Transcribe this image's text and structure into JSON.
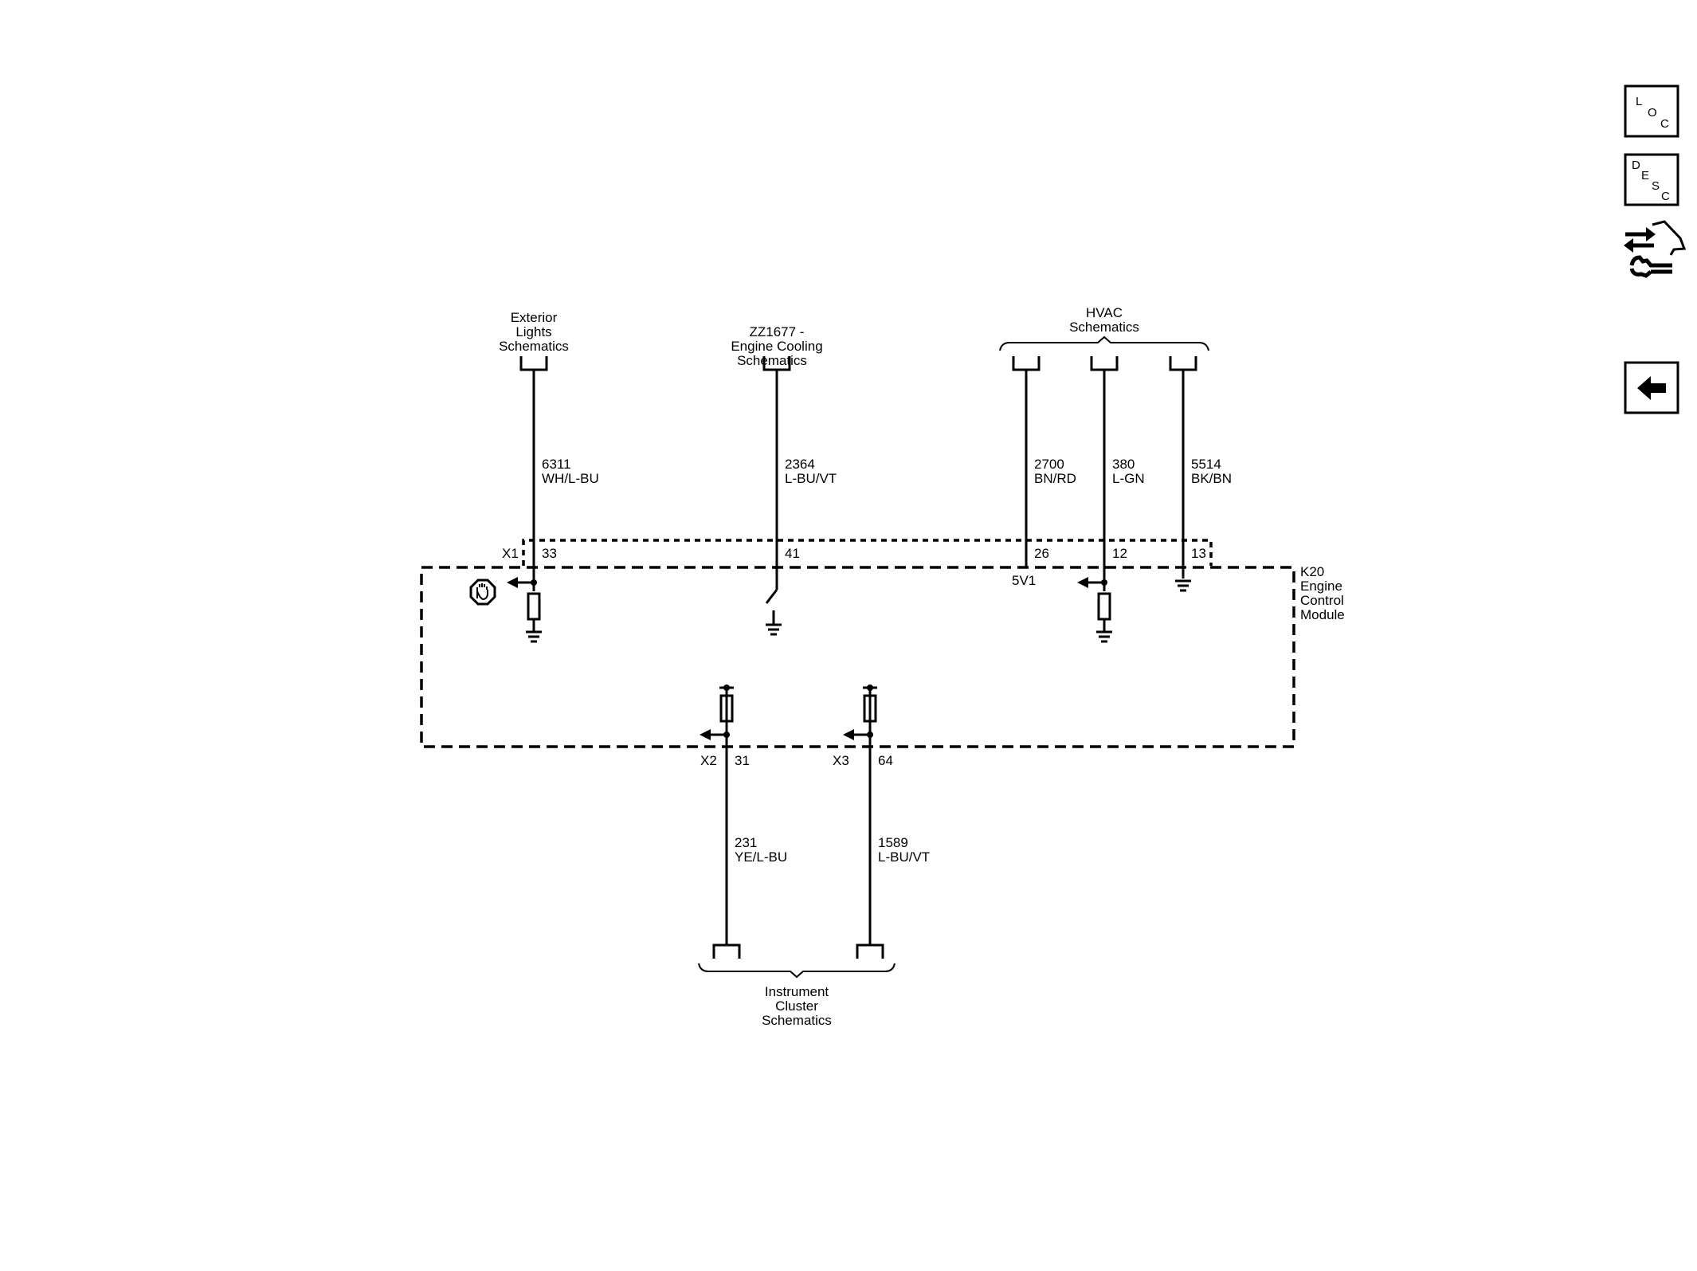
{
  "destinations": {
    "exterior_lights": [
      "Exterior",
      "Lights",
      "Schematics"
    ],
    "engine_cooling": [
      "ZZ1677 -",
      "Engine Cooling",
      "Schematics"
    ],
    "hvac": [
      "HVAC",
      "Schematics"
    ],
    "instrument_cluster": [
      "Instrument",
      "Cluster",
      "Schematics"
    ]
  },
  "wires": {
    "w6311": {
      "circuit": "6311",
      "color": "WH/L-BU"
    },
    "w2364": {
      "circuit": "2364",
      "color": "L-BU/VT"
    },
    "w2700": {
      "circuit": "2700",
      "color": "BN/RD"
    },
    "w380": {
      "circuit": "380",
      "color": "L-GN"
    },
    "w5514": {
      "circuit": "5514",
      "color": "BK/BN"
    },
    "w231": {
      "circuit": "231",
      "color": "YE/L-BU"
    },
    "w1589": {
      "circuit": "1589",
      "color": "L-BU/VT"
    }
  },
  "connectors": {
    "x1": "X1",
    "x2": "X2",
    "x3": "X3"
  },
  "pins": {
    "p33": "33",
    "p41": "41",
    "p26": "26",
    "p12": "12",
    "p13": "13",
    "p31": "31",
    "p64": "64"
  },
  "reference_label": "5V1",
  "module": {
    "name": [
      "K20",
      "Engine",
      "Control",
      "Module"
    ]
  },
  "nav": {
    "loc": {
      "letters": [
        "L",
        "O",
        "C"
      ],
      "icon": "location-button"
    },
    "desc": {
      "letters": [
        "D",
        "E",
        "S",
        "C"
      ],
      "icon": "description-button"
    },
    "connector_tools_icon": "connector-repair-icon",
    "back_icon": "back-arrow-icon"
  }
}
